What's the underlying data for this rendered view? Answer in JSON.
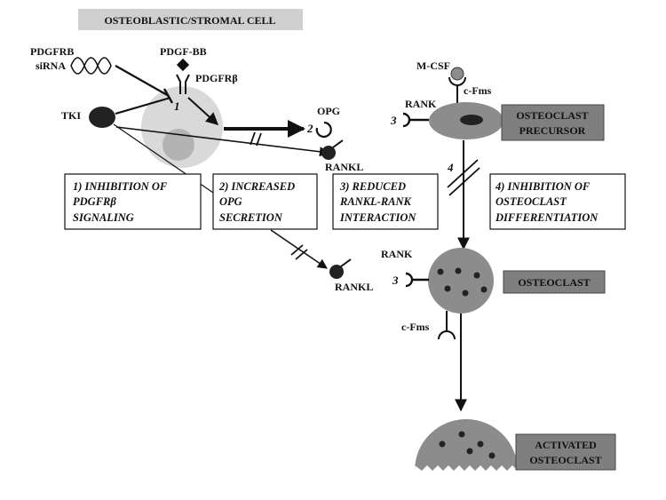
{
  "header": {
    "title": "OSTEOBLASTIC/STROMAL CELL"
  },
  "labels": {
    "pdgfrb": "PDGFRB",
    "sirna": "siRNA",
    "pdgf_bb": "PDGF-BB",
    "pdgfr_beta": "PDGFRβ",
    "tki": "TKI",
    "opg": "OPG",
    "rankl_top": "RANKL",
    "rankl_bottom": "RANKL",
    "m_csf": "M-CSF",
    "c_fms_top": "c-Fms",
    "c_fms_bottom": "c-Fms",
    "rank_top": "RANK",
    "rank_mid": "RANK"
  },
  "numbers": {
    "n1": "1",
    "n2": "2",
    "n3_top": "3",
    "n3_mid": "3",
    "n4": "4"
  },
  "boxes": {
    "box1": [
      "1) INHIBITION OF",
      "PDGFRβ",
      "SIGNALING"
    ],
    "box2": [
      "2) INCREASED",
      "OPG",
      "SECRETION"
    ],
    "box3": [
      "3) REDUCED",
      "RANKL-RANK",
      "INTERACTION"
    ],
    "box4": [
      "4) INHIBITION OF",
      "OSTEOCLAST",
      "DIFFERENTIATION"
    ]
  },
  "tags": {
    "precursor": [
      "OSTEOCLAST",
      "PRECURSOR"
    ],
    "osteoclast": [
      "OSTEOCLAST"
    ],
    "activated": [
      "ACTIVATED",
      "OSTEOCLAST"
    ]
  },
  "colors": {
    "cell_light": "#d9d9d9",
    "nucleus_light": "#b3b3b3",
    "osteoclast_gray": "#8c8c8c",
    "tag_fill": "#7f7f7f",
    "header_fill": "#d0d0d0",
    "dark": "#222222"
  }
}
